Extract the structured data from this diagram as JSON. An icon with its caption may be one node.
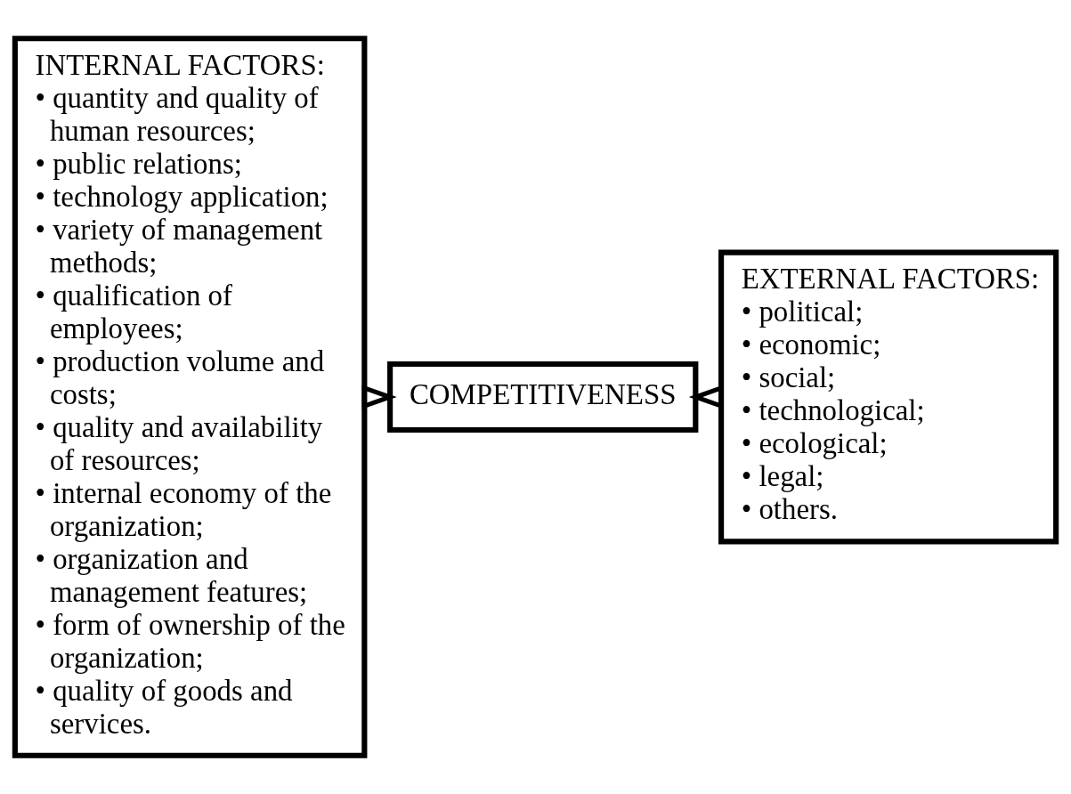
{
  "diagram": {
    "nodes": [
      {
        "text": [
          "INTERNAL FACTORS:",
          "• quantity and quality of human resources;",
          "• public relations;",
          "• technology application;",
          "• variety of management methods;",
          "• qualification of employees;",
          "• production volume and costs;",
          "• quality and availability of resources;",
          "• internal economy of the organization;",
          "• organization and management features;",
          "• form of ownership of the organization;",
          "• quality of goods and services."
        ]
      },
      {
        "text": [
          "COMPETITIVENESS"
        ]
      },
      {
        "text": [
          "EXTERNAL FACTORS:",
          "• political;",
          "• economic;",
          "• social;",
          "• technological;",
          "• ecological;",
          "• legal;",
          "• others."
        ]
      }
    ],
    "edges": [
      {
        "from": 0,
        "to": 1,
        "arrow": "to"
      },
      {
        "from": 2,
        "to": 1,
        "arrow": "to"
      }
    ]
  }
}
